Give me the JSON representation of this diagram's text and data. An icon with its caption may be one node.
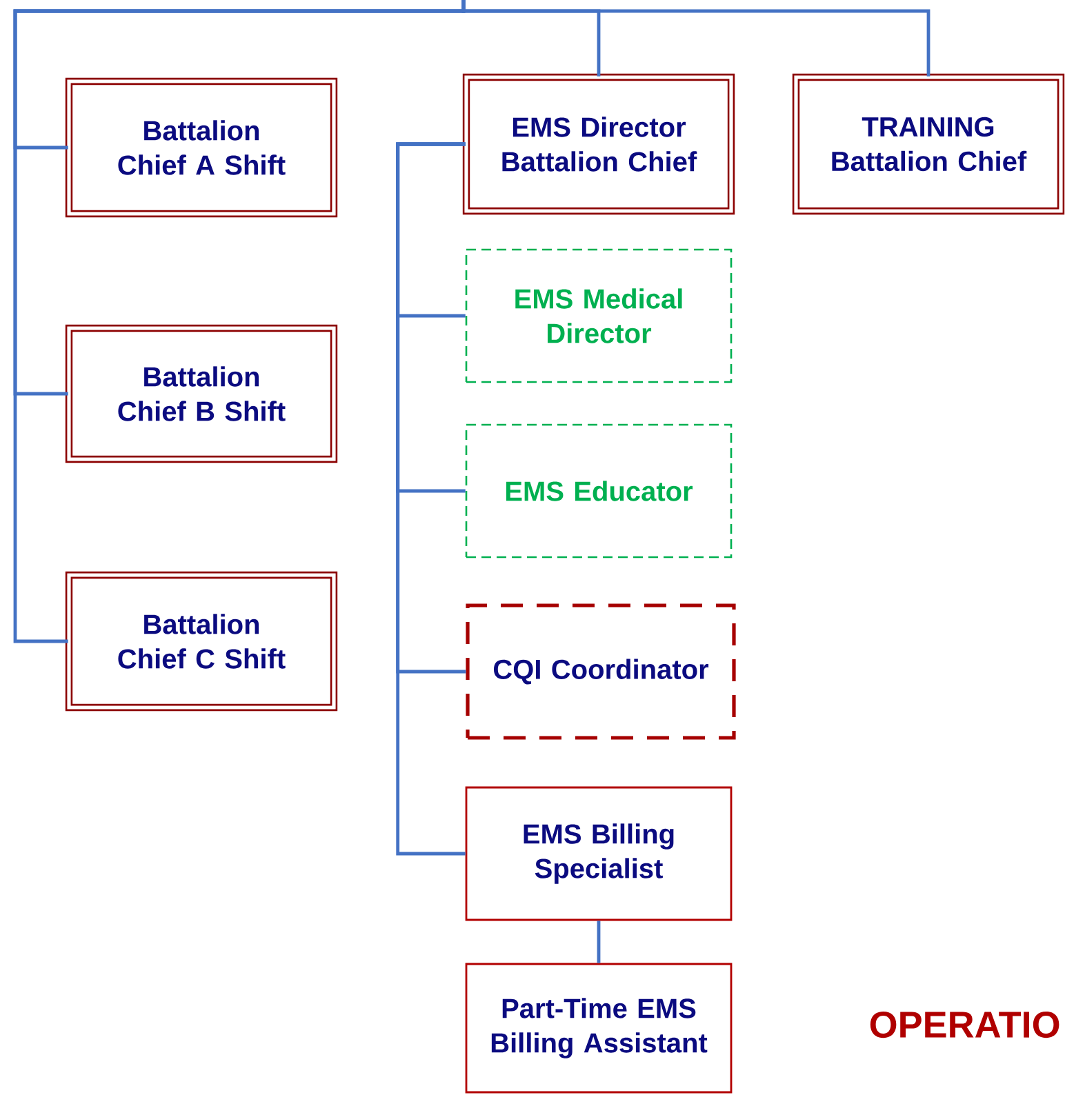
{
  "diagram": {
    "nodes": [
      {
        "text": [
          "Battalion Chief A Shift"
        ]
      },
      {
        "text": [
          "Battalion Chief B Shift"
        ]
      },
      {
        "text": [
          "Battalion Chief C Shift"
        ]
      },
      {
        "text": [
          "EMS Director Battalion Chief"
        ]
      },
      {
        "text": [
          "TRAINING Battalion Chief"
        ]
      },
      {
        "text": [
          "EMS Medical Director"
        ]
      },
      {
        "text": [
          "EMS Educator"
        ]
      },
      {
        "text": [
          "CQI Coordinator"
        ]
      },
      {
        "text": [
          "EMS Billing Specialist"
        ]
      },
      {
        "text": [
          "Part-Time EMS Billing Assistant"
        ]
      }
    ],
    "edges": [
      {
        "from": null,
        "to": 0,
        "arrow": "none"
      },
      {
        "from": null,
        "to": 1,
        "arrow": "none"
      },
      {
        "from": null,
        "to": 2,
        "arrow": "none"
      },
      {
        "from": null,
        "to": 3,
        "arrow": "none"
      },
      {
        "from": null,
        "to": 4,
        "arrow": "none"
      },
      {
        "from": 3,
        "to": 5,
        "arrow": "none"
      },
      {
        "from": 3,
        "to": 6,
        "arrow": "none"
      },
      {
        "from": 3,
        "to": 7,
        "arrow": "none"
      },
      {
        "from": 3,
        "to": 8,
        "arrow": "none"
      },
      {
        "from": 8,
        "to": 9,
        "arrow": "none"
      }
    ],
    "labels": [
      "OPERATIO"
    ]
  }
}
